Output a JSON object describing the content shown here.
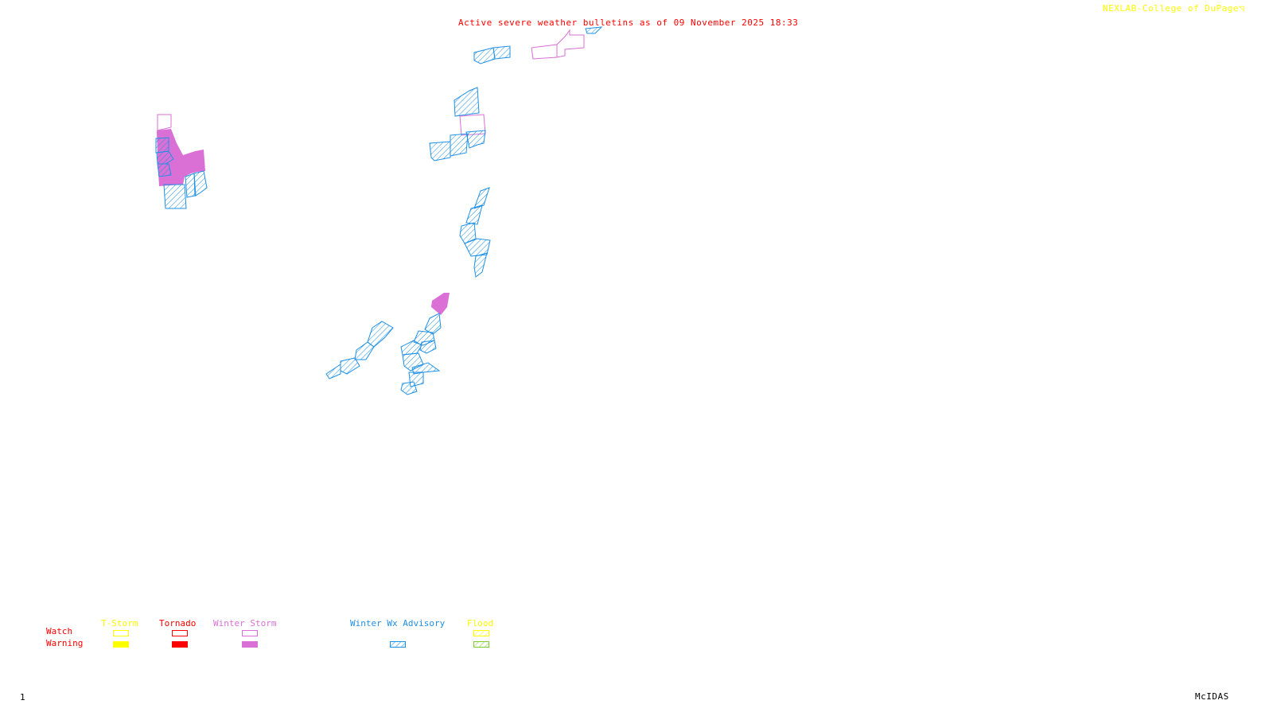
{
  "header": {
    "title": "Active severe weather bulletins as of 09 November 2025 18:33",
    "credit": "NEXLAB-College of DuPage",
    "credit_icon": "logo-icon"
  },
  "footer": {
    "frame_number": "1",
    "software": "McIDAS"
  },
  "colors": {
    "tstorm": "#ffff00",
    "tornado": "#ff0000",
    "winter_storm": "#da70d6",
    "winter_wx_advisory": "#1e90e6",
    "flood_watch": "#ffff00",
    "flood_warning": "#7fcc33",
    "label_red": "#ff0000"
  },
  "legend": {
    "row_labels": {
      "watch": "Watch",
      "warning": "Warning"
    },
    "columns": [
      {
        "key": "tstorm",
        "label": "T-Storm",
        "watch_style": "outline",
        "warning_style": "solid"
      },
      {
        "key": "tornado",
        "label": "Tornado",
        "watch_style": "outline",
        "warning_style": "solid"
      },
      {
        "key": "winter_storm",
        "label": "Winter Storm",
        "watch_style": "outline",
        "warning_style": "solid"
      },
      {
        "key": "winter_wx_advisory",
        "label": "Winter Wx Advisory",
        "watch_style": "none",
        "warning_style": "hatched"
      },
      {
        "key": "flood",
        "label": "Flood",
        "watch_style": "hatched",
        "warning_style": "hatched"
      }
    ]
  },
  "map": {
    "regions": [
      {
        "name": "west-cluster",
        "types": [
          "winter_storm_warning",
          "winter_storm_watch",
          "winter_wx_advisory"
        ]
      },
      {
        "name": "north-cluster",
        "types": [
          "winter_wx_advisory",
          "winter_storm_watch"
        ]
      },
      {
        "name": "central-cluster",
        "types": [
          "winter_wx_advisory",
          "winter_storm_watch"
        ]
      },
      {
        "name": "ridge-strip",
        "types": [
          "winter_wx_advisory"
        ]
      },
      {
        "name": "southwest-strip",
        "types": [
          "winter_wx_advisory"
        ]
      },
      {
        "name": "south-cluster",
        "types": [
          "winter_wx_advisory",
          "winter_storm_warning"
        ]
      }
    ]
  }
}
